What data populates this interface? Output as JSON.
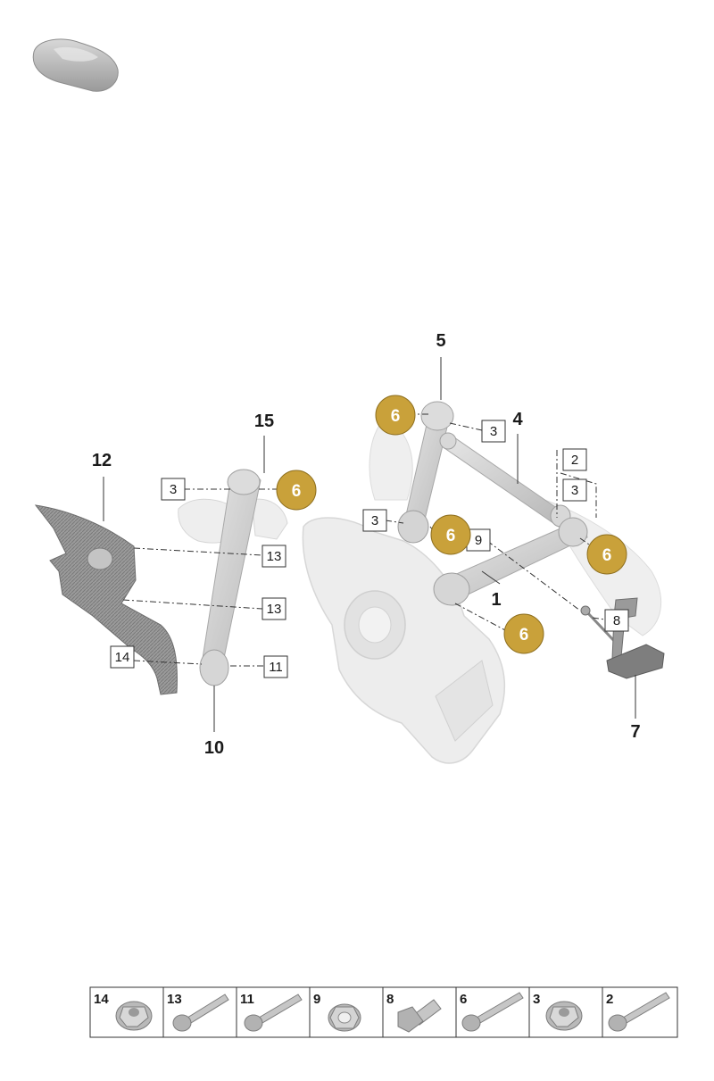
{
  "colors": {
    "callout_circle": "#c9a13a",
    "part_fill": "#e8e8e8",
    "part_stroke": "#bcbcbc",
    "dark_part": "#8a8a8a"
  },
  "callouts": {
    "bold": [
      "5",
      "4",
      "15",
      "12",
      "1",
      "7",
      "10"
    ],
    "boxes": [
      "3",
      "2",
      "3",
      "3",
      "3",
      "9",
      "13",
      "13",
      "14",
      "11",
      "8"
    ],
    "circles": [
      "6",
      "6",
      "6",
      "6",
      "6"
    ]
  },
  "legend": {
    "items": [
      "14",
      "13",
      "11",
      "9",
      "8",
      "6",
      "3",
      "2"
    ]
  }
}
